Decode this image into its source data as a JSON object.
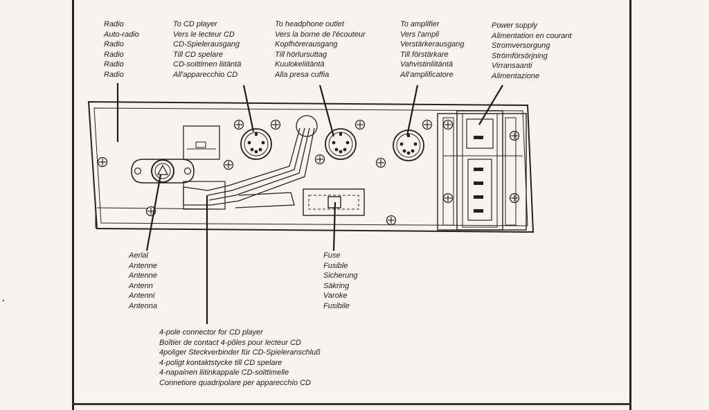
{
  "labels": {
    "radio": [
      "Radio",
      "Auto-radio",
      "Radio",
      "Radio",
      "Radio",
      "Radio"
    ],
    "cd_player": [
      "To CD player",
      "Vers le lecteur CD",
      "CD-Spielerausgang",
      "Till CD spelare",
      "CD-soittimen liitäntä",
      "All'apparecchio CD"
    ],
    "headphone": [
      "To headphone outlet",
      "Vers la borne de l'écouteur",
      "Kopfhörerausgang",
      "Till hörlursuttag",
      "Kuulokeliitäntä",
      "Alla presa cuffia"
    ],
    "amplifier": [
      "To amplifier",
      "Vers l'ampli",
      "Verstärkerausgang",
      "Till förstärkare",
      "Vahvistinliitäntä",
      "All'amplificatore"
    ],
    "power_supply": [
      "Power supply",
      "Alimentation en courant",
      "Stromversorgung",
      "Strömförsörjning",
      "Virransaanti",
      "Alimentazione"
    ],
    "aerial": [
      "Aerial",
      "Antenne",
      "Antenne",
      "Antenn",
      "Antenni",
      "Antenna"
    ],
    "fuse": [
      "Fuse",
      "Fusible",
      "Sicherung",
      "Säkring",
      "Varoke",
      "Fusibile"
    ],
    "connector": [
      "4-pole connector for CD player",
      "Boîtier de contact 4-pôles pour lecteur CD",
      "4poliger Steckverbinder für CD-Spieleranschluß",
      "4-poligt kontaktstycke till CD spelare",
      "4-napainen liitinkappale CD-soittimelle",
      "Connetiore quadripolare per apparecchio CD"
    ]
  },
  "stray_mark": "."
}
